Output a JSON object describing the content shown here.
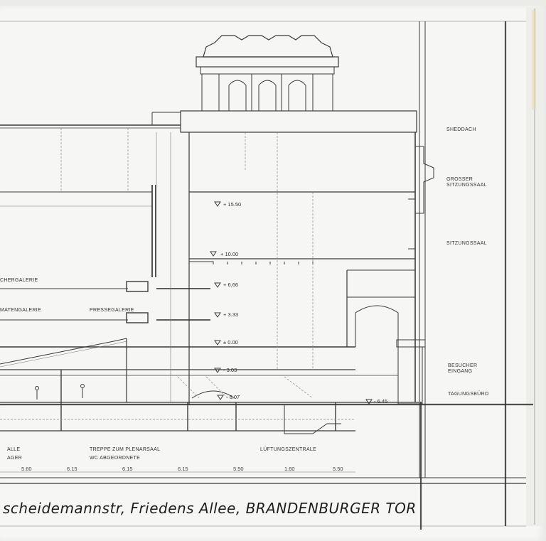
{
  "drawing": {
    "room_labels": {
      "sheddach": "SHEDDACH",
      "grosser_sitzungssaal_1": "GROSSER",
      "grosser_sitzungssaal_2": "SITZUNGSSAAL",
      "sitzungssaal": "SITZUNGSSAAL",
      "besucher_eingang_1": "BESUCHER",
      "besucher_eingang_2": "EINGANG",
      "tagungsbuero": "TAGUNGSBÜRO",
      "gallery_upper": "CHERGALERIE",
      "gallery_diplomat": "MATENGALERIE",
      "pressegalerie": "PRESSEGALERIE"
    },
    "levels": [
      "+ 15.50",
      "+ 10.00",
      "+ 6.66",
      "+ 3.33",
      "± 0.00",
      "- 3.03",
      "- 6.07",
      "- 6.45"
    ],
    "bottom_labels": {
      "left_1": "ALLE",
      "left_2": "AGER",
      "treppe_1": "TREPPE  ZUM PLENARSAAL",
      "treppe_2": "WC  ABGEORDNETE",
      "lueftung": "LÜFTUNGSZENTRALE"
    },
    "dimensions": [
      "5.60",
      "6.15",
      "6.15",
      "6.15",
      "5.50",
      "1.60",
      "5.50"
    ]
  },
  "handwriting": {
    "caption": "scheidemannstr, Friedens Allee, BRANDENBURGER TOR"
  }
}
